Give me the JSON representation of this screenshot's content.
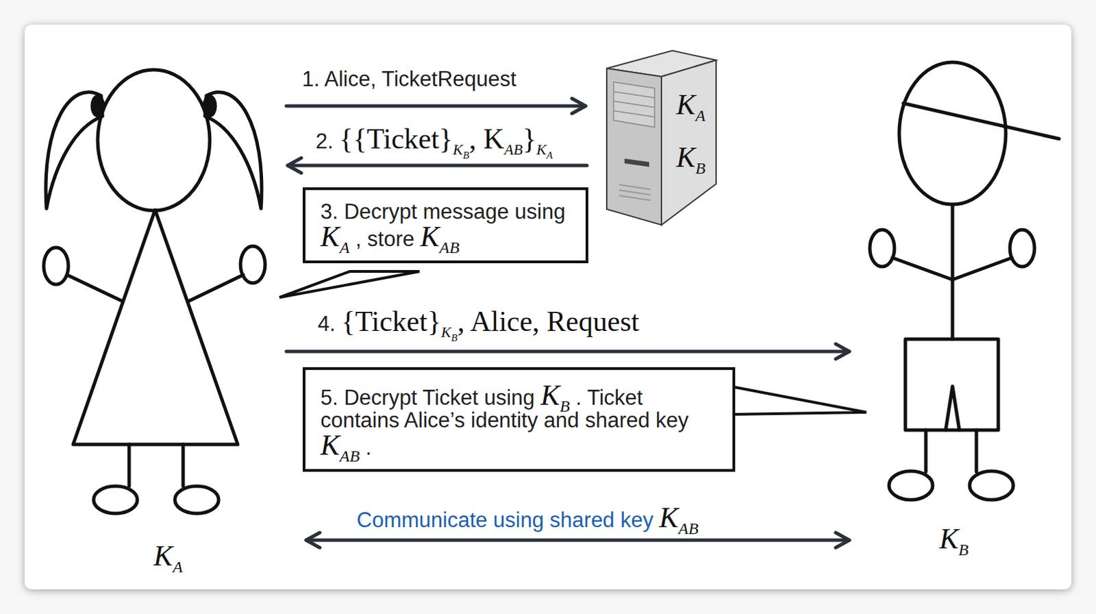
{
  "diagram": {
    "nodes": [
      {
        "text": [
          "KA"
        ]
      },
      {
        "text": [
          "KA",
          "KB"
        ]
      },
      {
        "text": [
          "3. Decrypt message using KA , store KAB"
        ]
      },
      {
        "text": [
          "5. Decrypt Ticket using KB . Ticket contains Alice’s identity and shared key KAB ."
        ]
      },
      {
        "text": [
          "KB"
        ]
      }
    ],
    "edges": [
      {
        "from": 0,
        "to": 1,
        "arrow": "to",
        "label": "1. Alice, TicketRequest"
      },
      {
        "from": 1,
        "to": 0,
        "arrow": "to",
        "label": "2. {{Ticket}KB, KAB}KA"
      },
      {
        "from": 0,
        "to": 4,
        "arrow": "to",
        "label": "4. {Ticket}KB, Alice, Request"
      },
      {
        "from": 0,
        "to": 4,
        "arrow": "both",
        "label": "Communicate using shared key KAB"
      }
    ]
  }
}
